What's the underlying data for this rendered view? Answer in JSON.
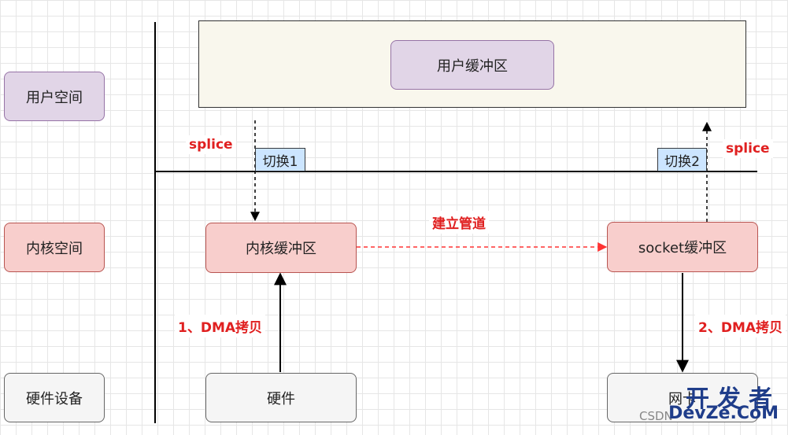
{
  "row_labels": {
    "user_space": "用户空间",
    "kernel_space": "内核空间",
    "hardware_device": "硬件设备"
  },
  "nodes": {
    "user_buffer": "用户缓冲区",
    "kernel_buffer": "内核缓冲区",
    "socket_buffer": "socket缓冲区",
    "hardware_left": "硬件",
    "hardware_right": "网卡"
  },
  "switch_tags": {
    "switch1": "切换1",
    "switch2": "切换2"
  },
  "annotations": {
    "splice_left": "splice",
    "splice_right": "splice",
    "build_pipe": "建立管道",
    "dma_copy_1": "1、DMA拷贝",
    "dma_copy_2": "2、DMA拷贝"
  },
  "colors": {
    "purple_fill": "#e1d5e7",
    "red_fill": "#f8cecc",
    "gray_fill": "#f5f5f5",
    "annotation_red": "#e02020",
    "tag_blue": "#cce5ff"
  },
  "watermark": {
    "cn": "开发者",
    "en": "DevZe.CoM",
    "csdn": "CSDN"
  }
}
